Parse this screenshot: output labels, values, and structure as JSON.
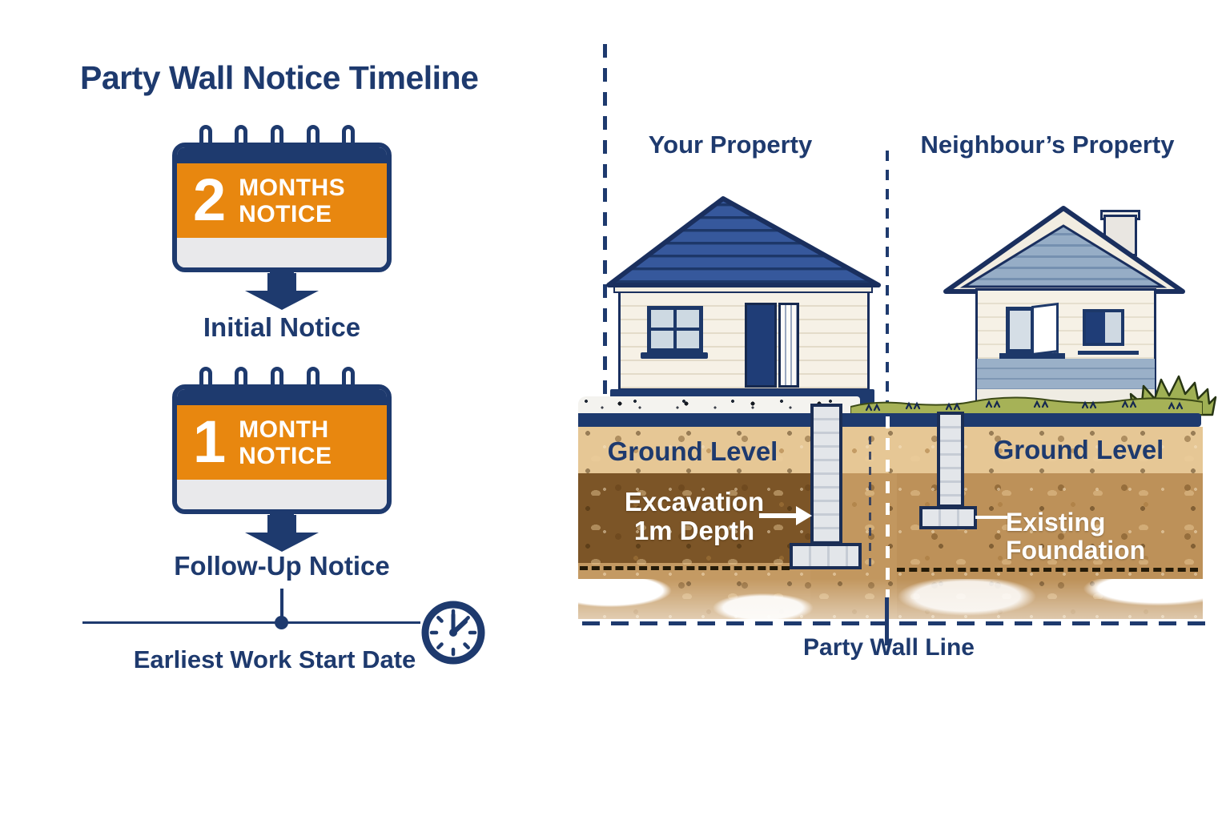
{
  "title": "Party Wall Notice Timeline",
  "timeline": {
    "steps": [
      {
        "number": "2",
        "unit": "MONTHS",
        "word": "NOTICE",
        "label": "Initial Notice"
      },
      {
        "number": "1",
        "unit": "MONTH",
        "word": "NOTICE",
        "label": "Follow-Up Notice"
      }
    ],
    "end_label": "Earliest Work Start Date"
  },
  "diagram": {
    "your_property_label": "Your Property",
    "neighbours_property_label": "Neighbour’s Property",
    "ground_level_left": "Ground Level",
    "ground_level_right": "Ground Level",
    "excavation_line1": "Excavation",
    "excavation_line2": "1m Depth",
    "existing_line1": "Existing",
    "existing_line2": "Foundation",
    "party_wall_label": "Party Wall Line"
  },
  "colors": {
    "navy": "#1e3a6e",
    "orange": "#e8870f",
    "roof_blue": "#36589c",
    "house_cream": "#f6f1e6",
    "blue_gray": "#9ab0c8",
    "grass_green": "#a6b257",
    "soil_tan": "#e6c795",
    "soil_dark": "#7c5527",
    "soil_mid": "#c2975f",
    "concrete": "#e3e6ea",
    "white": "#ffffff"
  }
}
